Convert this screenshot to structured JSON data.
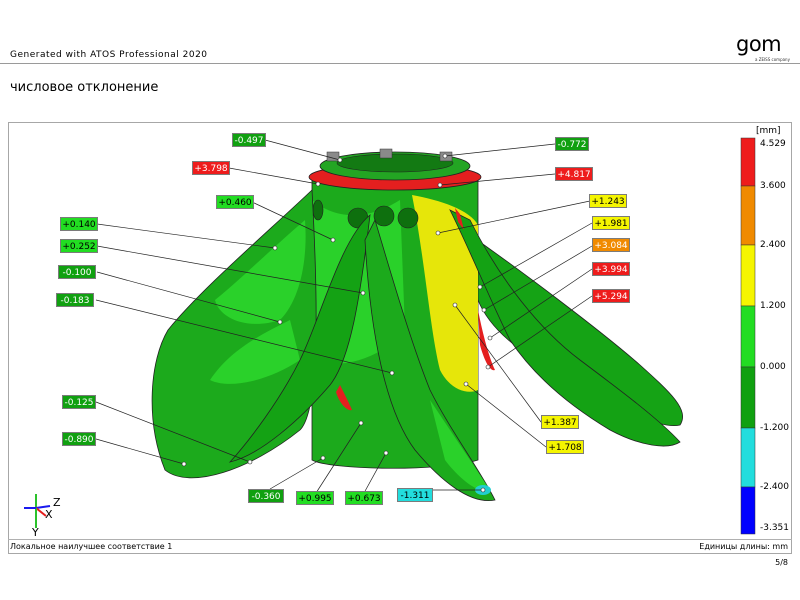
{
  "header": {
    "generated_text": "Generated with ATOS Professional 2020",
    "logo_text": "gom",
    "logo_sub": "a ZEISS company"
  },
  "section_title": "числовое отклонение",
  "colors": {
    "red": "#ee1c1c",
    "orange": "#f08a00",
    "yellow": "#f5f500",
    "light_green": "#22dd22",
    "dark_green": "#10a010",
    "cyan": "#22dddd",
    "blue": "#0000ff"
  },
  "labels": [
    {
      "text": "-0.497",
      "color": "dark_green"
    },
    {
      "text": "-0.772",
      "color": "dark_green"
    },
    {
      "text": "+3.798",
      "color": "red"
    },
    {
      "text": "+4.817",
      "color": "red"
    },
    {
      "text": "+0.460",
      "color": "light_green"
    },
    {
      "text": "+1.243",
      "color": "yellow"
    },
    {
      "text": "+0.140",
      "color": "light_green"
    },
    {
      "text": "+1.981",
      "color": "yellow"
    },
    {
      "text": "+0.252",
      "color": "light_green"
    },
    {
      "text": "+3.084",
      "color": "orange"
    },
    {
      "text": "-0.100",
      "color": "dark_green"
    },
    {
      "text": "+3.994",
      "color": "red"
    },
    {
      "text": "-0.183",
      "color": "dark_green"
    },
    {
      "text": "+5.294",
      "color": "red"
    },
    {
      "text": "-0.125",
      "color": "dark_green"
    },
    {
      "text": "+1.387",
      "color": "yellow"
    },
    {
      "text": "-0.890",
      "color": "dark_green"
    },
    {
      "text": "+1.708",
      "color": "yellow"
    },
    {
      "text": "-0.360",
      "color": "dark_green"
    },
    {
      "text": "+0.995",
      "color": "light_green"
    },
    {
      "text": "+0.673",
      "color": "light_green"
    },
    {
      "text": "-1.311",
      "color": "cyan"
    }
  ],
  "scale": {
    "unit": "[mm]",
    "ticks": [
      "4.529",
      "3.600",
      "2.400",
      "1.200",
      "0.000",
      "-1.200",
      "-2.400",
      "-3.351"
    ]
  },
  "axes": {
    "z": "Z",
    "x": "X",
    "y": "Y"
  },
  "footer": {
    "left": "Локальное наилучшее соответствие 1",
    "right": "Единицы длины: mm",
    "page": "5/8"
  }
}
